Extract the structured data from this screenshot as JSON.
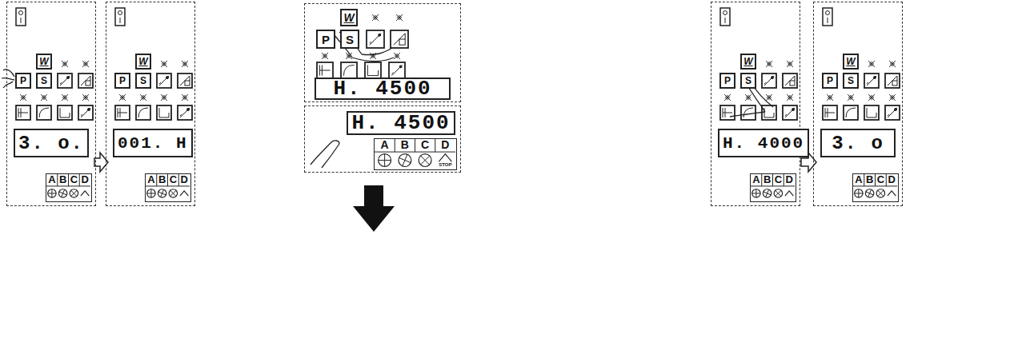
{
  "diagram": {
    "nodes": [
      {
        "text": [
          "3. o."
        ]
      },
      {
        "text": [
          "001. H"
        ]
      },
      {
        "text": [
          "H. 4500"
        ]
      },
      {
        "text": [
          "H. 4500"
        ]
      },
      {
        "text": [
          "H. 4000"
        ]
      },
      {
        "text": [
          "3. o"
        ]
      }
    ],
    "labels": [
      "P",
      "W",
      "S",
      "A",
      "B",
      "C",
      "D",
      "P",
      "W",
      "S",
      "A",
      "B",
      "C",
      "D",
      "P",
      "W",
      "S",
      "A",
      "B",
      "C",
      "D",
      "STOP",
      "P",
      "W",
      "S",
      "A",
      "B",
      "C",
      "D",
      "P",
      "W",
      "S",
      "A",
      "B",
      "C",
      "D"
    ]
  }
}
